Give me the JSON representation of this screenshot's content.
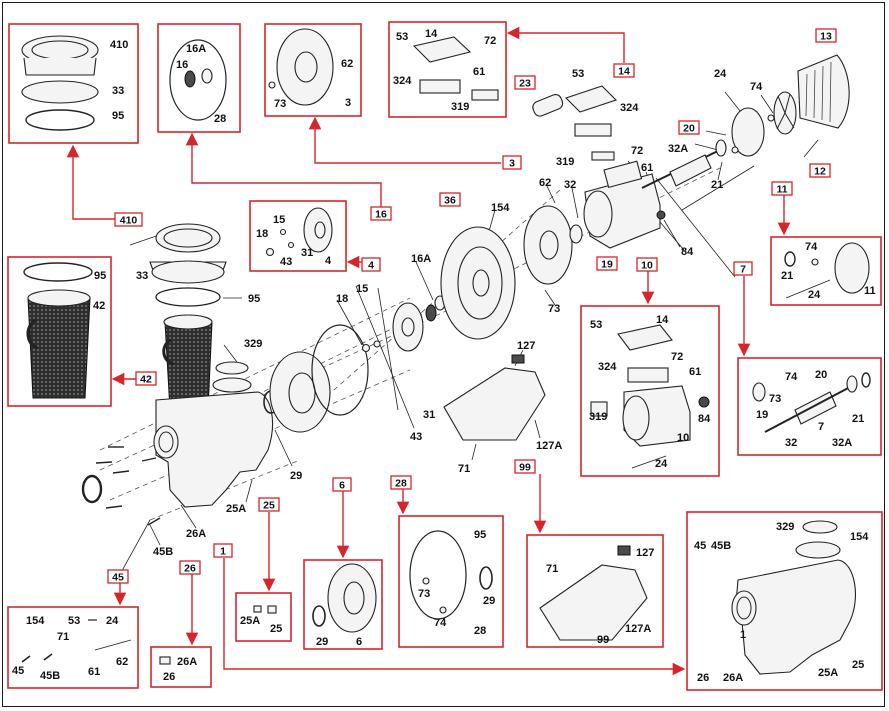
{
  "colors": {
    "accent": "#d6262b",
    "line": "#222222",
    "tag_fill": "#ffffff"
  },
  "boxes": [
    {
      "id": "410",
      "labels": [
        "410",
        "33",
        "95"
      ]
    },
    {
      "id": "28",
      "labels": [
        "16A",
        "16",
        "28"
      ]
    },
    {
      "id": "3",
      "labels": [
        "62",
        "73",
        "3"
      ]
    },
    {
      "id": "14",
      "labels": [
        "53",
        "14",
        "72",
        "61",
        "324",
        "319"
      ]
    },
    {
      "id": "42",
      "labels": [
        "95",
        "42"
      ]
    },
    {
      "id": "4",
      "labels": [
        "15",
        "18",
        "43",
        "31",
        "4"
      ]
    },
    {
      "id": "11",
      "labels": [
        "74",
        "21",
        "24",
        "11"
      ]
    },
    {
      "id": "10",
      "labels": [
        "53",
        "14",
        "324",
        "72",
        "61",
        "319",
        "84",
        "10",
        "24"
      ]
    },
    {
      "id": "7",
      "labels": [
        "74",
        "20",
        "73",
        "19",
        "21",
        "7",
        "32",
        "32A"
      ]
    },
    {
      "id": "1",
      "labels": [
        "329",
        "154",
        "45",
        "45B",
        "1",
        "25A",
        "25",
        "26",
        "26A"
      ]
    },
    {
      "id": "99",
      "labels": [
        "127",
        "71",
        "127A",
        "99"
      ]
    },
    {
      "id": "28b",
      "labels": [
        "95",
        "73",
        "29",
        "74",
        "28"
      ]
    },
    {
      "id": "6",
      "labels": [
        "29",
        "6"
      ]
    },
    {
      "id": "25",
      "labels": [
        "25A",
        "25"
      ]
    },
    {
      "id": "26",
      "labels": [
        "26A",
        "26"
      ]
    },
    {
      "id": "45",
      "labels": [
        "154",
        "53",
        "24",
        "71",
        "45",
        "45B",
        "61",
        "62"
      ]
    }
  ],
  "tags": [
    "14",
    "13",
    "20",
    "23",
    "3",
    "11",
    "12",
    "16",
    "36",
    "4",
    "19",
    "10",
    "7",
    "42",
    "410",
    "6",
    "28",
    "25",
    "99",
    "1",
    "26",
    "45"
  ],
  "callouts": [
    "24",
    "74",
    "32A",
    "21",
    "72",
    "61",
    "62",
    "32",
    "53",
    "324",
    "319",
    "154",
    "16A",
    "84",
    "18",
    "15",
    "95",
    "33",
    "329",
    "127",
    "31",
    "43",
    "127A",
    "29",
    "25A",
    "26A",
    "45B",
    "71",
    "73"
  ]
}
